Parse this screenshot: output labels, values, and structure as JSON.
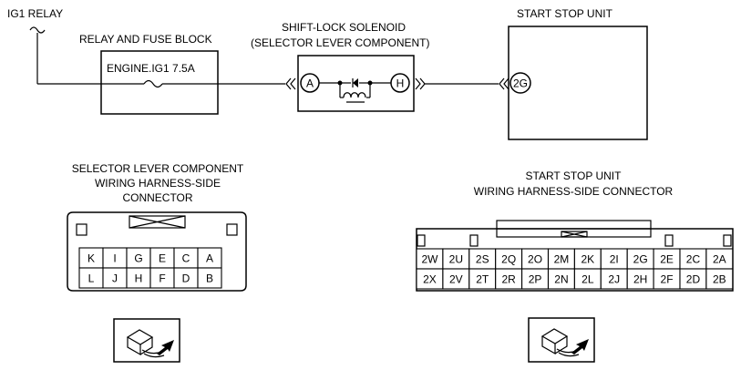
{
  "labels": {
    "ig1_relay": "IG1 RELAY",
    "relay_fuse_block": "RELAY AND FUSE BLOCK",
    "fuse": "ENGINE.IG1 7.5A",
    "solenoid_line1": "SHIFT-LOCK SOLENOID",
    "solenoid_line2": "(SELECTOR LEVER COMPONENT)",
    "start_stop_unit": "START STOP UNIT",
    "terminal_a": "A",
    "terminal_h": "H",
    "terminal_2g": "2G",
    "sel_conn_line1": "SELECTOR LEVER COMPONENT",
    "sel_conn_line2": "WIRING HARNESS-SIDE",
    "sel_conn_line3": "CONNECTOR",
    "ssu_conn_line1": "START STOP UNIT",
    "ssu_conn_line2": "WIRING HARNESS-SIDE CONNECTOR"
  },
  "selector_connector": {
    "row1": [
      "K",
      "I",
      "G",
      "E",
      "C",
      "A"
    ],
    "row2": [
      "L",
      "J",
      "H",
      "F",
      "D",
      "B"
    ]
  },
  "ssu_connector": {
    "row1": [
      "2W",
      "2U",
      "2S",
      "2Q",
      "2O",
      "2M",
      "2K",
      "2I",
      "2G",
      "2E",
      "2C",
      "2A"
    ],
    "row2": [
      "2X",
      "2V",
      "2T",
      "2R",
      "2P",
      "2N",
      "2L",
      "2J",
      "2H",
      "2F",
      "2D",
      "2B"
    ]
  },
  "icons": [
    "ac-source-icon",
    "fuse-icon",
    "diode-icon",
    "coil-icon",
    "connector-view-icon"
  ]
}
